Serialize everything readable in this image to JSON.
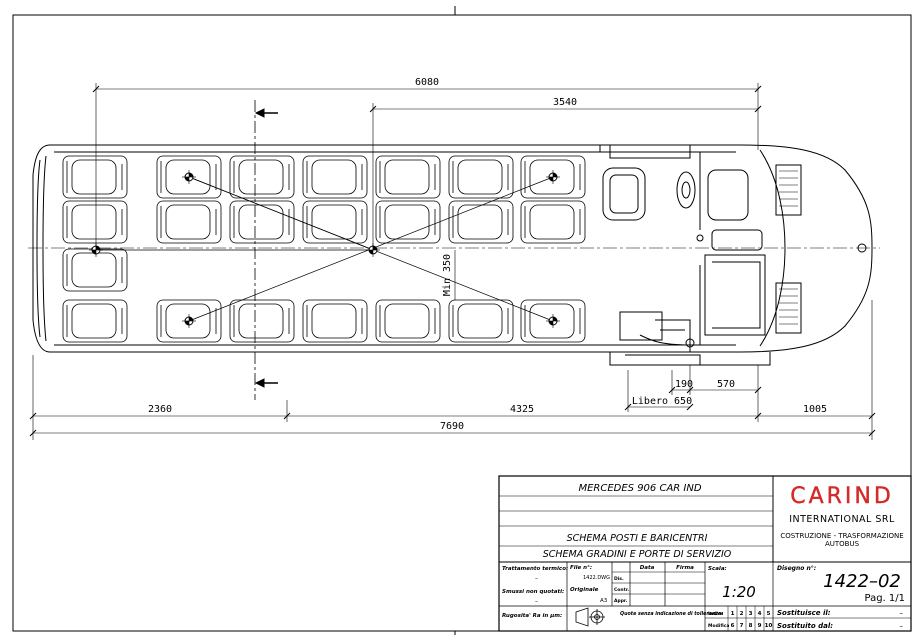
{
  "dimensions": {
    "overall_length": "6080",
    "rear_section": "3540",
    "min_aisle": "Min 350",
    "door_left": "190",
    "door_right": "570",
    "free_door": "Libero 650",
    "rear_overhang": "2360",
    "wheelbase": "4325",
    "front_overhang": "1005",
    "total_length": "7690"
  },
  "title_block": {
    "vehicle": "MERCEDES 906 CAR IND",
    "description_1": "SCHEMA POSTI E BARICENTRI",
    "description_2": "SCHEMA GRADINI E PORTE DI SERVIZIO",
    "thermal_label": "Trattamento termico:",
    "thermal_value": "–",
    "file_label": "File n°:",
    "file_value": "1422.DWG",
    "date_label": "Data",
    "signature_label": "Firma",
    "scale_label": "Scala:",
    "scale_value": "1:20",
    "drawing_label": "Disegno n°:",
    "drawing_number": "1422–02",
    "page": "Pag. 1/1",
    "edges_label": "Smussi non quotati:",
    "edges_value": "–",
    "original_label": "Originale",
    "original_value": "A3",
    "row_dis": "Dis.",
    "row_contr": "Contr.",
    "row_appr": "Appr.",
    "roughness_label": "Rugosita' Ra in µm:",
    "tolerance_label": "Quote senza indicazione di tolleranza:",
    "index_label": "Indice",
    "modify_label": "Modifica",
    "index_row_1": [
      "1",
      "2",
      "3",
      "4",
      "5"
    ],
    "index_row_2": [
      "6",
      "7",
      "8",
      "9",
      "10"
    ],
    "replaces_label": "Sostituisce il:",
    "replaces_value": "–",
    "replaced_label": "Sostituito dal:",
    "replaced_value": "–",
    "company_brand": "CARIND",
    "company_sub": "INTERNATIONAL SRL",
    "company_tag_1": "COSTRUZIONE - TRASFORMAZIONE",
    "company_tag_2": "AUTOBUS"
  },
  "colors": {
    "ink": "#000000",
    "brand": "#d42a2a"
  }
}
